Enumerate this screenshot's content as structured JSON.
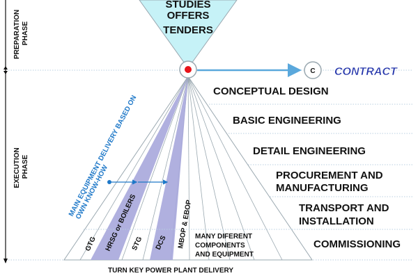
{
  "phases": {
    "preparation": "PREPARATION\nPHASE",
    "execution": "EXECUTION\nPHASE"
  },
  "top_triangle": {
    "lines": [
      "STUDIES",
      "OFFERS",
      "TENDERS"
    ]
  },
  "contract": {
    "circle_letter": "C",
    "label": "CONTRACT"
  },
  "stages": [
    "CONCEPTUAL  DESIGN",
    "BASIC  ENGINEERING",
    "DETAIL  ENGINEERING",
    "PROCUREMENT  AND",
    "MANUFACTURING",
    "TRANSPORT  AND",
    "INSTALLATION",
    "COMMISSIONING"
  ],
  "equipment": [
    "GTG",
    "HRSG or BOILERS",
    "STG",
    "DCS",
    "MBOP & EBOP"
  ],
  "many_components": [
    "MANY DIFERENT",
    "COMPONENTS",
    "AND EQUIPMENT"
  ],
  "main_equipment_note": [
    "MAIN EQUIPMENT DELIVERY BASED ON",
    "OWN KNOW-HOW"
  ],
  "bottom_label": "TURN KEY POWER PLANT DELIVERY",
  "colors": {
    "cyan_fill": "#c6f2f7",
    "band_fill": "#a7a7dc",
    "blue_text": "#1e78c8",
    "contract_text": "#2233aa",
    "dot_red": "#e8141a"
  }
}
